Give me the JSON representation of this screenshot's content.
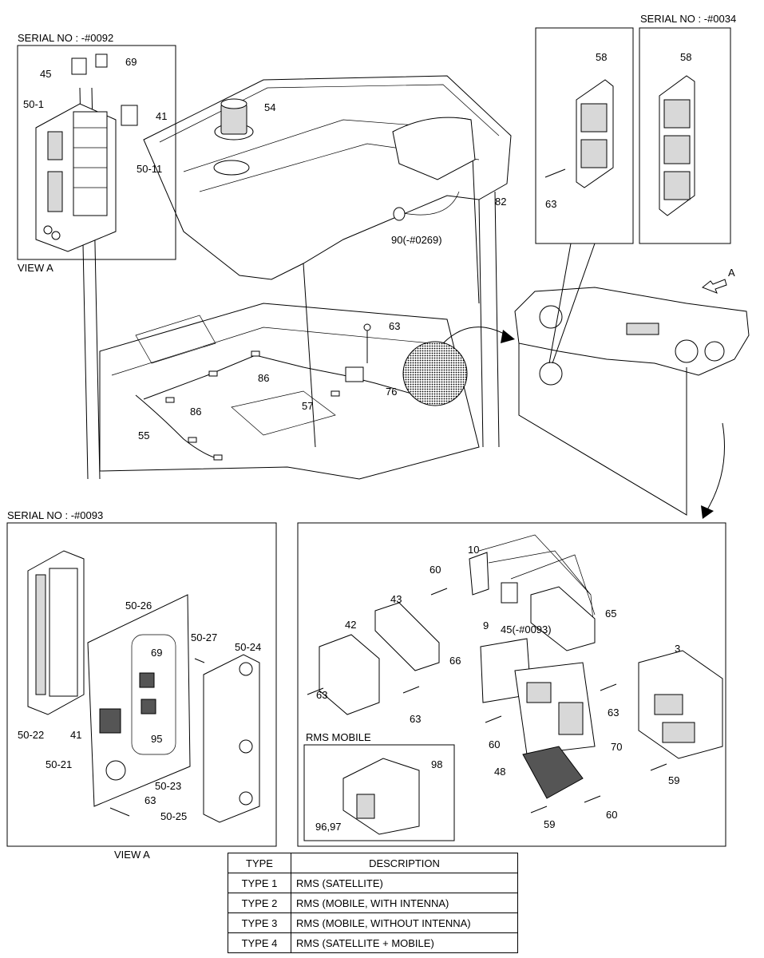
{
  "serials": {
    "top_left": "SERIAL NO : -#0092",
    "top_right": "SERIAL NO : -#0034",
    "bottom_left": "SERIAL NO : -#0093"
  },
  "views": {
    "view_a_top": "VIEW A",
    "view_a_bottom": "VIEW A",
    "arrow_a": "A",
    "rms_mobile": "RMS MOBILE"
  },
  "labels": {
    "p45": "45",
    "p69": "69",
    "p50_1": "50-1",
    "p41": "41",
    "p50_11": "50-11",
    "p54": "54",
    "p82": "82",
    "p90": "90(-#0269)",
    "p63a": "63",
    "p86a": "86",
    "p76": "76",
    "p57": "57",
    "p86b": "86",
    "p55": "55",
    "p58a": "58",
    "p63b": "63",
    "p58b": "58",
    "p50_26": "50-26",
    "p50_27": "50-27",
    "p50_24": "50-24",
    "p69b": "69",
    "p95": "95",
    "p41b": "41",
    "p50_22": "50-22",
    "p50_21": "50-21",
    "p50_23": "50-23",
    "p63c": "63",
    "p50_25": "50-25",
    "p10": "10",
    "p60a": "60",
    "p43": "43",
    "p42": "42",
    "p9": "9",
    "p45b": "45(-#0093)",
    "p65": "65",
    "p66": "66",
    "p63d": "63",
    "p63e": "63",
    "p63f": "63",
    "p3": "3",
    "p60b": "60",
    "p70": "70",
    "p48": "48",
    "p59a": "59",
    "p59b": "59",
    "p60c": "60",
    "p98": "98",
    "p96_97": "96,97"
  },
  "type_table": {
    "header": {
      "type": "TYPE",
      "description": "DESCRIPTION"
    },
    "rows": [
      {
        "type": "TYPE 1",
        "description": "RMS (SATELLITE)"
      },
      {
        "type": "TYPE 2",
        "description": "RMS (MOBILE, WITH INTENNA)"
      },
      {
        "type": "TYPE 3",
        "description": "RMS (MOBILE, WITHOUT INTENNA)"
      },
      {
        "type": "TYPE 4",
        "description": "RMS (SATELLITE + MOBILE)"
      }
    ]
  }
}
